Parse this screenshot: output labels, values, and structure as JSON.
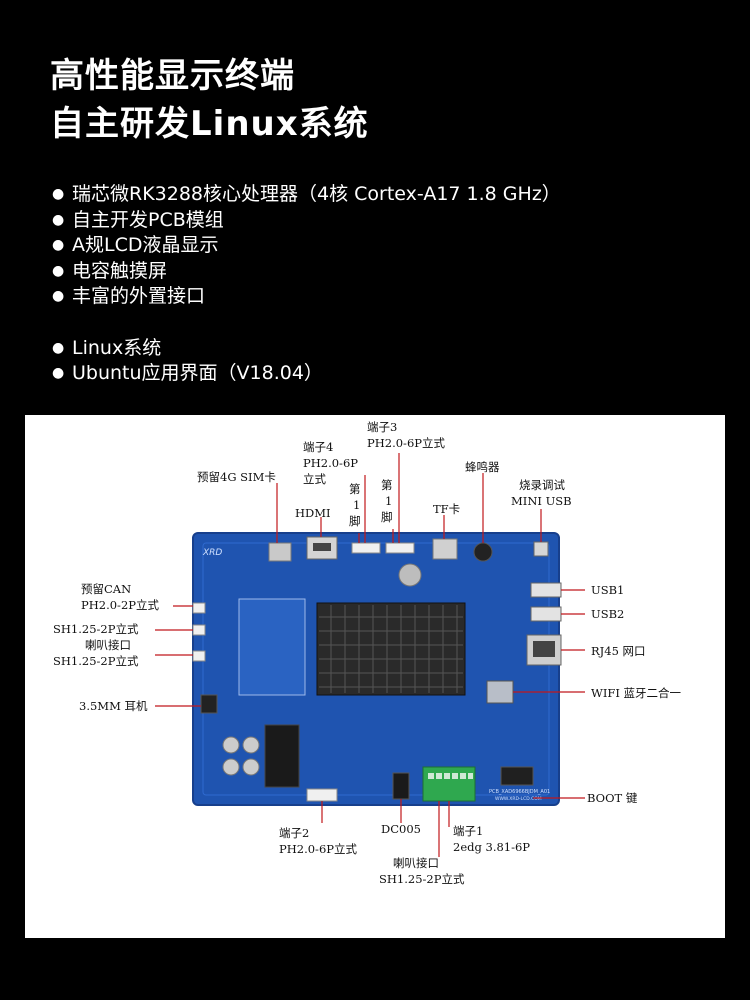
{
  "heading": {
    "line1": "高性能显示终端",
    "line2": "自主研发Linux系统"
  },
  "features": [
    "瑞芯微RK3288核心处理器（4核 Cortex-A17 1.8 GHz）",
    "自主开发PCB模组",
    "A规LCD液晶显示",
    "电容触摸屏",
    "丰富的外置接口"
  ],
  "software": [
    "Linux系统",
    "Ubuntu应用界面（V18.04）"
  ],
  "board": {
    "logo": "XRD",
    "silkscreen": "PCB_XAD6966BJDM_A01",
    "url": "WWW.XRD-LCD.COM",
    "labels": {
      "sim": "预留4G SIM卡",
      "hdmi": "HDMI",
      "port4_a": "端子4",
      "port4_b": "PH2.0-6P",
      "port4_c": "立式",
      "pin1_a": "第",
      "pin1_b": "1",
      "pin1_c": "脚",
      "port3_a": "端子3",
      "port3_b": "PH2.0-6P立式",
      "buzzer": "蜂鸣器",
      "tf": "TF卡",
      "debug_a": "烧录调试",
      "debug_b": "MINI USB",
      "can_a": "预留CAN",
      "can_b": "PH2.0-2P立式",
      "sh_a": "SH1.25-2P立式",
      "speaker_a": "喇叭接口",
      "sh_b": "SH1.25-2P立式",
      "earphone": "3.5MM 耳机",
      "usb1": "USB1",
      "usb2": "USB2",
      "rj45": "RJ45 网口",
      "wifi": "WIFI 蓝牙二合一",
      "boot": "BOOT 键",
      "port2_a": "端子2",
      "port2_b": "PH2.0-6P立式",
      "dc": "DC005",
      "port1_a": "端子1",
      "port1_b": "2edg 3.81-6P",
      "speaker2_a": "喇叭接口",
      "speaker2_b": "SH1.25-2P立式"
    }
  },
  "colors": {
    "pcb": "#1f54b0",
    "pcb_dark": "#173f8c",
    "leader": "#c0181c",
    "heatsink": "#2a2a2a",
    "terminal": "#2fa84f"
  }
}
